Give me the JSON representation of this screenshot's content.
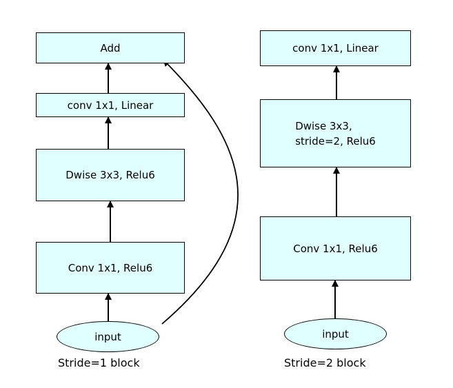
{
  "left_block": {
    "add": "Add",
    "conv_linear": "conv 1x1, Linear",
    "dwise": "Dwise 3x3, Relu6",
    "conv_relu": "Conv 1x1, Relu6",
    "input": "input",
    "caption": "Stride=1 block"
  },
  "right_block": {
    "conv_linear": "conv 1x1, Linear",
    "dwise": "Dwise 3x3,\nstride=2, Relu6",
    "conv_relu": "Conv 1x1, Relu6",
    "input": "input",
    "caption": "Stride=2 block"
  },
  "colors": {
    "box_fill": "#e0ffff",
    "stroke": "#000000"
  }
}
